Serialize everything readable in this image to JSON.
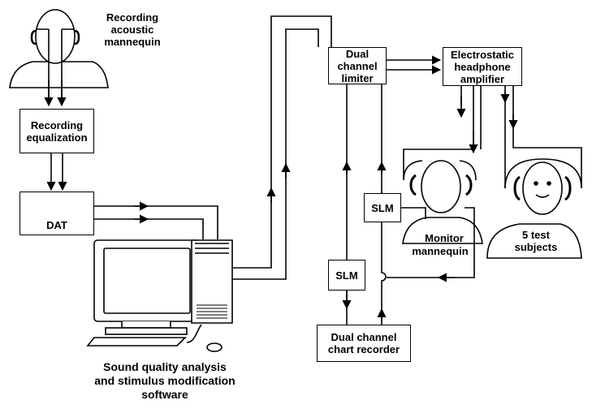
{
  "labels": {
    "recording_mannequin": "Recording\nacoustic\nmannequin",
    "recording_equalization": "Recording\nequalization",
    "dat": "DAT",
    "software": "Sound quality analysis\nand stimulus modification\nsoftware",
    "limiter": "Dual\nchannel\nlimiter",
    "headphone_amp": "Electrostatic\nheadphone\namplifier",
    "slm_upper": "SLM",
    "slm_lower": "SLM",
    "monitor_mannequin_1": "Monitor",
    "monitor_mannequin_2": "mannequin",
    "test_subjects": "5 test\nsubjects",
    "chart_recorder": "Dual channel\nchart recorder"
  }
}
